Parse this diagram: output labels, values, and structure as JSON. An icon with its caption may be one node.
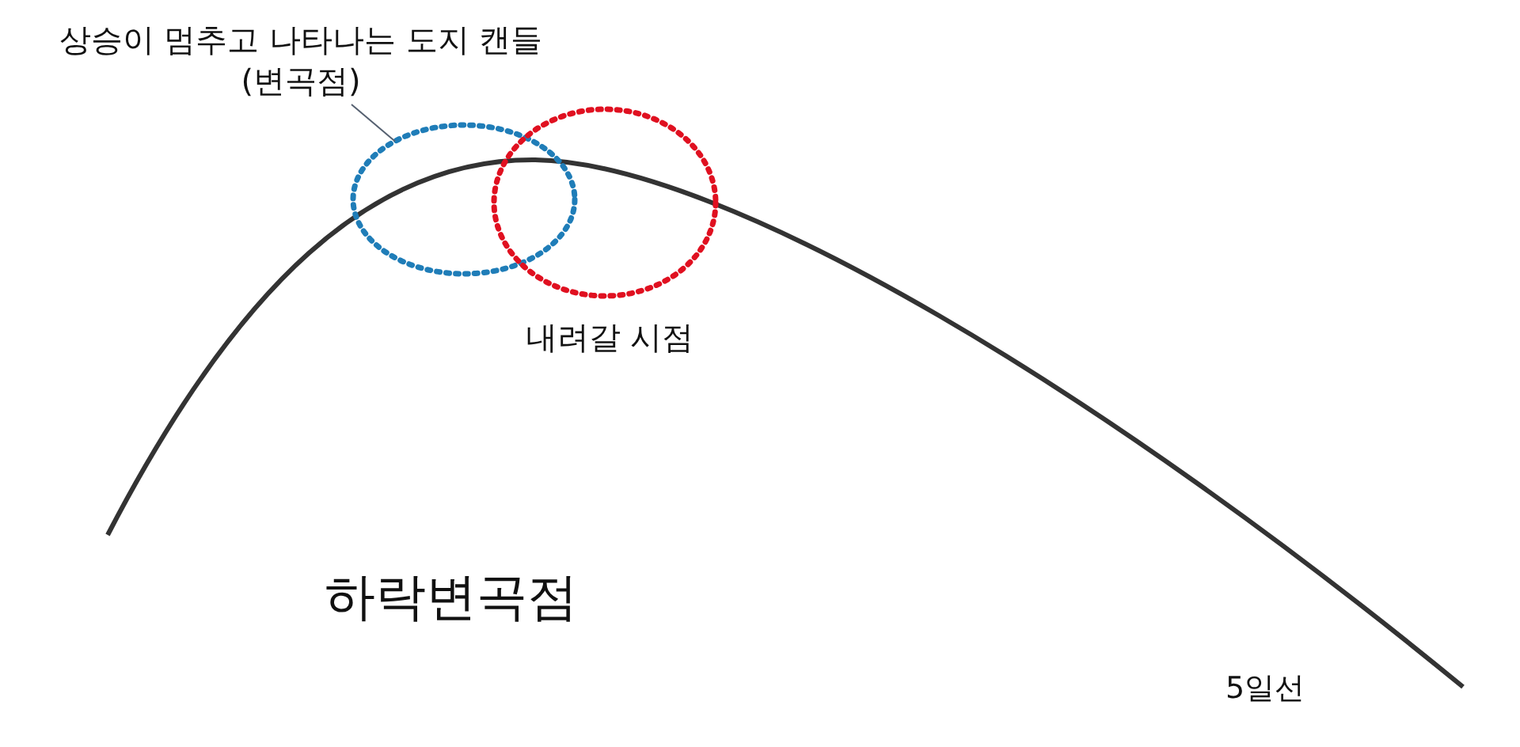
{
  "diagram": {
    "nodes": [
      {
        "text": [
          "상승이 멈추고 나타나는 도지 캔들 (변곡점)"
        ]
      },
      {
        "text": [],
        "shape": "circle"
      },
      {
        "text": [],
        "shape": "circle",
        "beside": [
          "내려갈 시점"
        ]
      }
    ],
    "edges": [
      {
        "from": 0,
        "to": 1,
        "arrow": "none"
      }
    ],
    "labels": [
      "하락변곡점",
      "5일선"
    ]
  }
}
